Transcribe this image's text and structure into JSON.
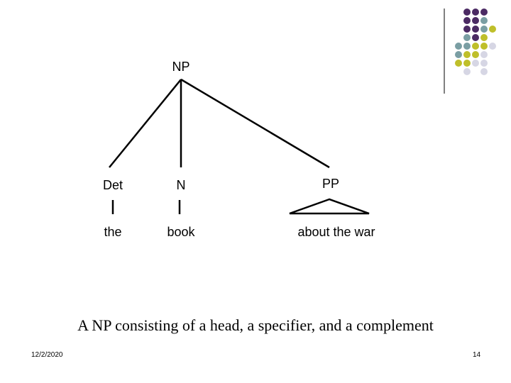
{
  "slide": {
    "tree": {
      "root": "NP",
      "children": [
        {
          "category": "Det",
          "word": "the"
        },
        {
          "category": "N",
          "word": "book"
        },
        {
          "category": "PP",
          "word": "about the war"
        }
      ]
    },
    "caption": "A NP consisting of a head, a specifier, and a complement",
    "footer": {
      "date": "12/2/2020",
      "page": "14"
    }
  },
  "decoration": {
    "dot_colors": {
      "purple": "#4b2a63",
      "teal": "#7a9ea3",
      "olive": "#bfbf2a",
      "lavender": "#d6d6e4"
    }
  }
}
